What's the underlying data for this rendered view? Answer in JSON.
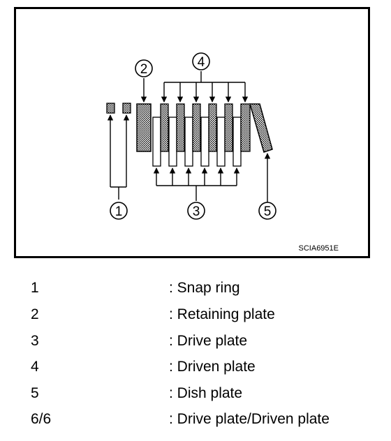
{
  "figure": {
    "callouts": [
      "1",
      "2",
      "3",
      "4",
      "5"
    ],
    "code": "SCIA6951E"
  },
  "legend": [
    {
      "num": "1",
      "desc": ": Snap ring"
    },
    {
      "num": "2",
      "desc": ": Retaining plate"
    },
    {
      "num": "3",
      "desc": ": Drive plate"
    },
    {
      "num": "4",
      "desc": ": Driven plate"
    },
    {
      "num": "5",
      "desc": ": Dish plate"
    },
    {
      "num": "6/6",
      "desc": ": Drive plate/Driven plate"
    }
  ]
}
